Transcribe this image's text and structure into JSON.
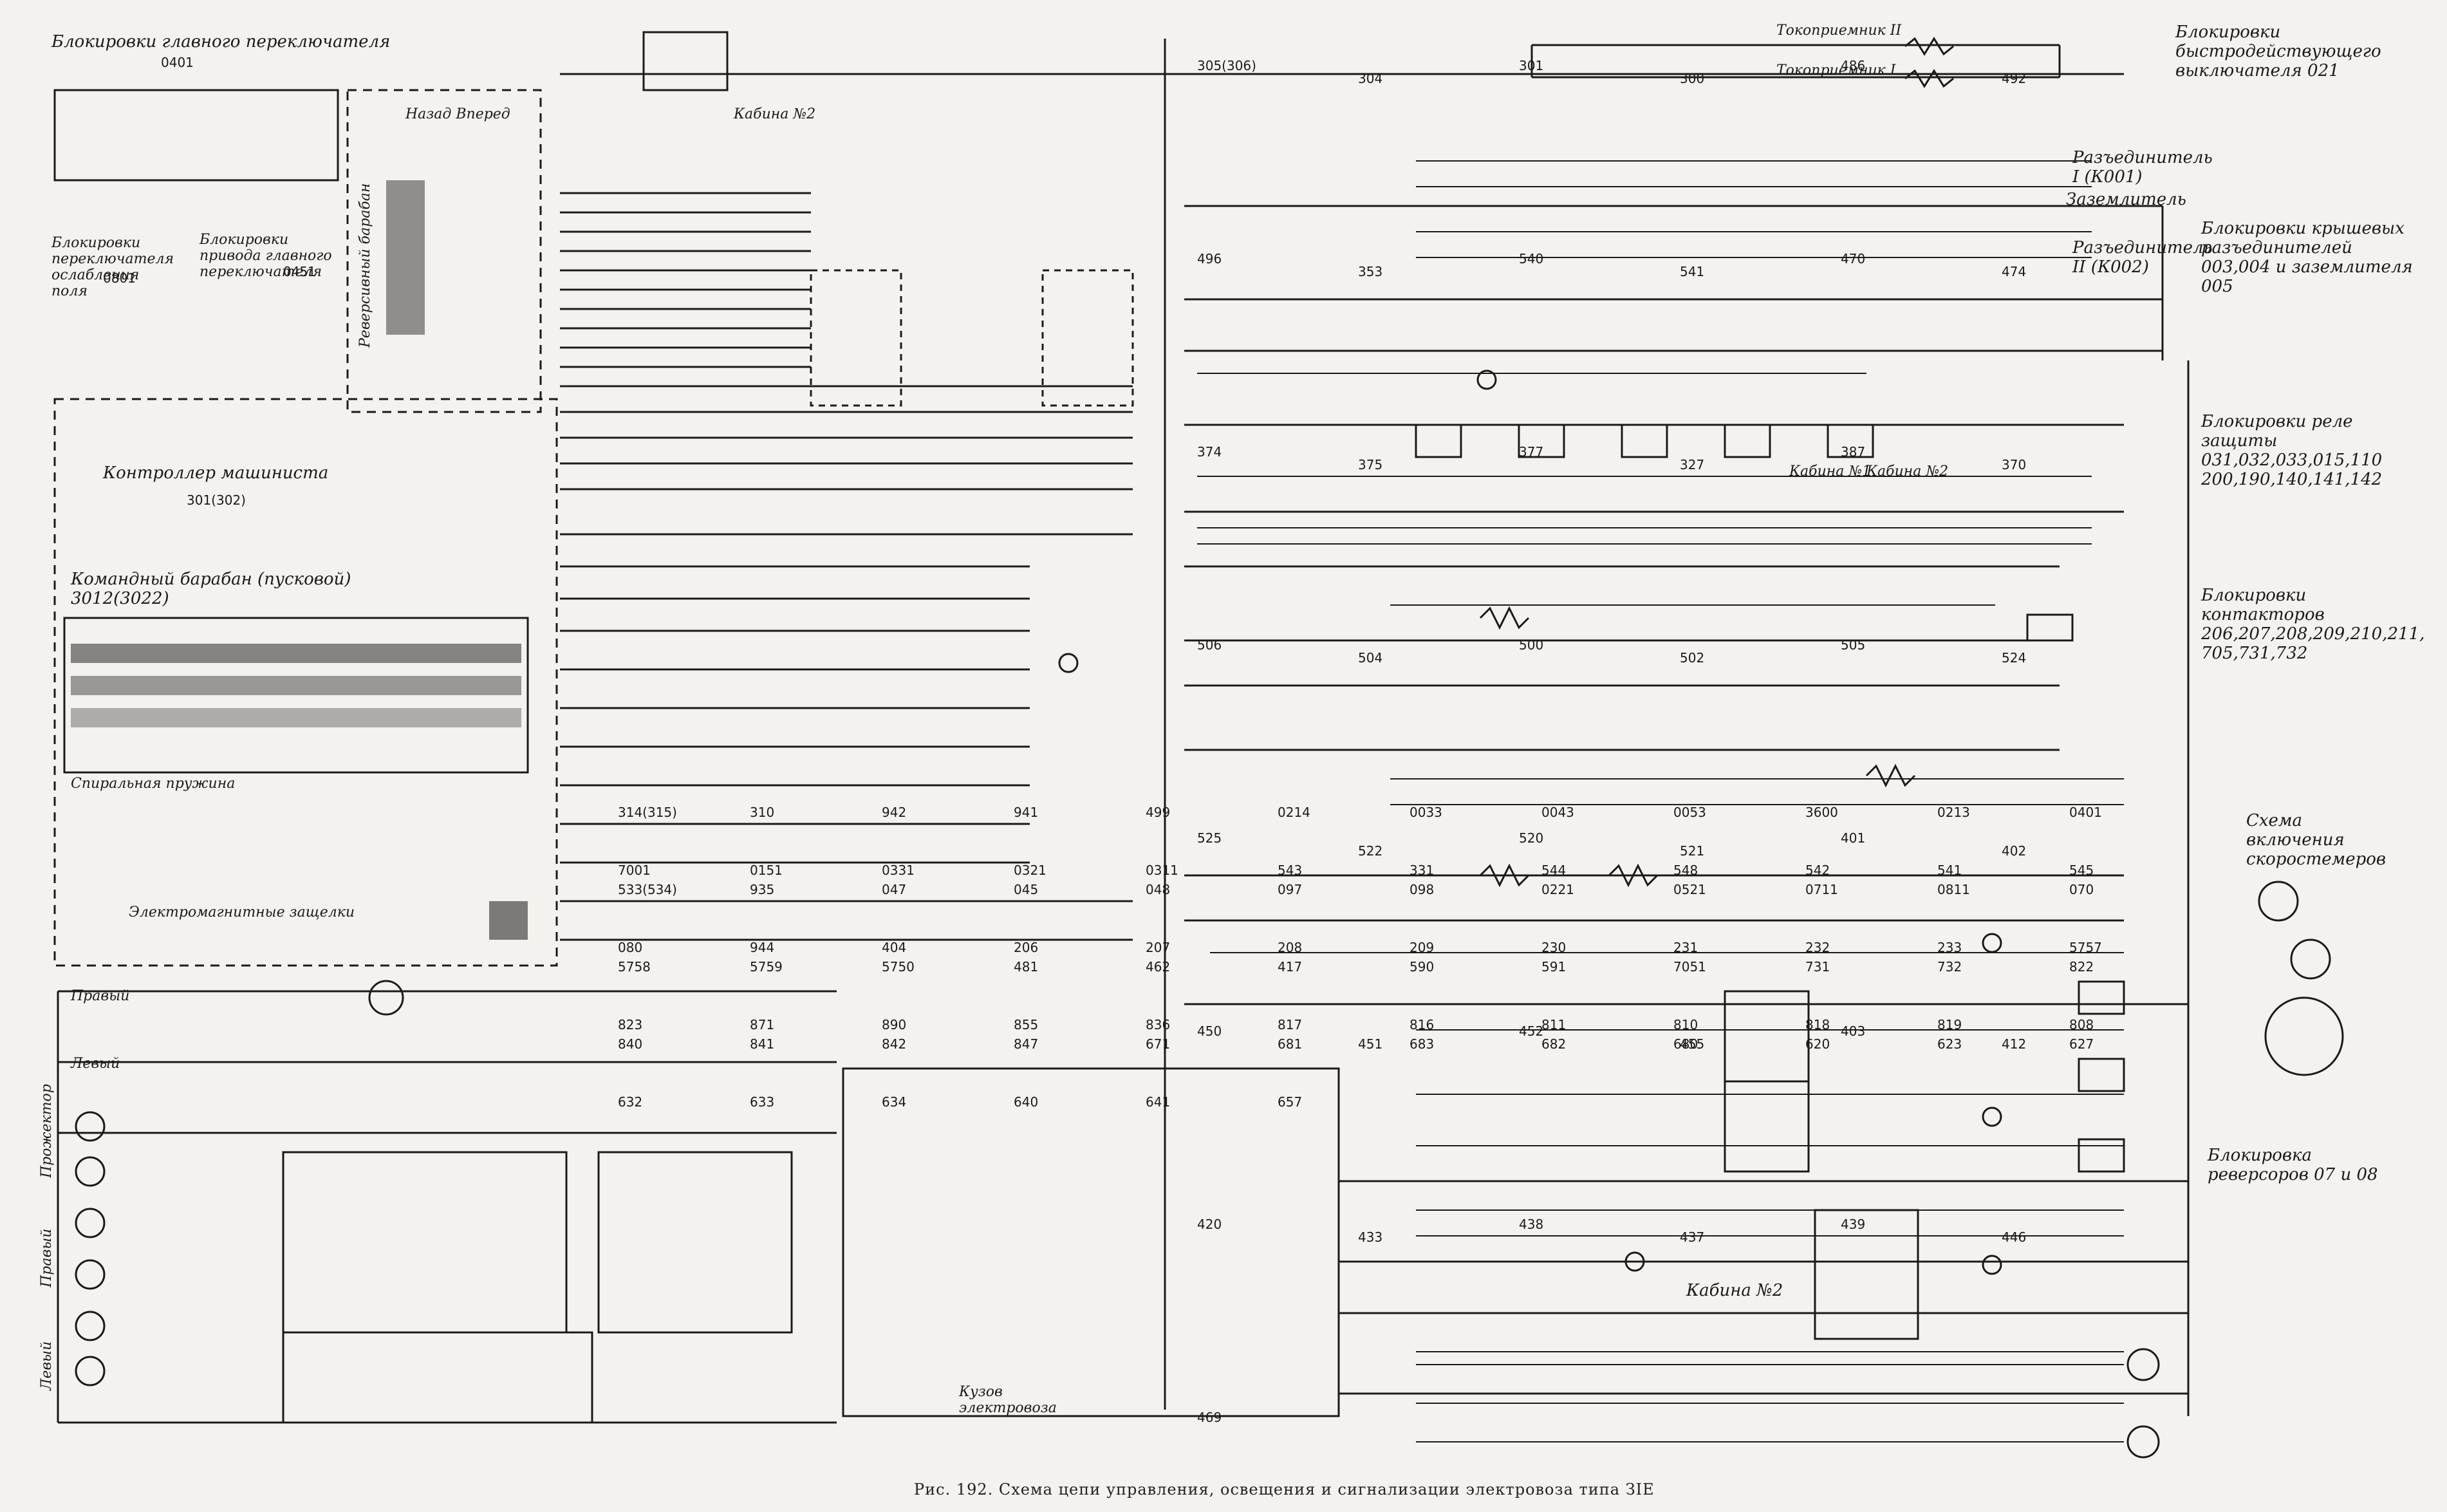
{
  "figure": {
    "caption": "Рис. 192. Схема цепи управления, освещения и сигнализации электровоза типа ЗIЕ"
  },
  "blocks": {
    "main_switch_locks": "Блокировки главного переключателя",
    "main_switch_id": "0401",
    "field_weak_switch_locks": "Блокировки переключателя ослабления поля",
    "field_weak_switch_id": "0801",
    "main_switch_drive_locks": "Блокировки привода главного переключателя",
    "main_switch_drive_id": "0451",
    "driver_controller": "Контроллер машиниста",
    "driver_controller_id": "301(302)",
    "command_drum": "Командный барабан (пусковой) 3012(3022)",
    "spiral_spring": "Спиральная пружина",
    "electromagnetic_latches": "Электромагнитные защелки",
    "reverse_drum": "Реверсивный барабан",
    "reverse_labels": "Назад Вперед",
    "cabin2_top": "Кабина №2",
    "pantograph2": "Токоприемник II",
    "pantograph1": "Токоприемник I",
    "disconnector1": "Разъединитель I (К001)",
    "grounding": "Заземлитель",
    "disconnector2": "Разъединитель II (К002)",
    "cabin1": "Кабина №1",
    "cabin2": "Кабина №2",
    "cabin2_lower": "Кабина №2",
    "right_label": "Правый",
    "left_label": "Левый",
    "projector": "Прожектор",
    "right_side": "Правый",
    "left_side": "Левый",
    "body_label": "Кузов электровоза",
    "fast_breaker_locks": "Блокировки быстродействующего выключателя 021",
    "roof_disconnector_locks": "Блокировки крышевых разъединителей 003,004 и заземлителя 005",
    "protection_relay_locks": "Блокировки реле защиты 031,032,033,015,110 200,190,140,141,142",
    "contactor_locks": "Блокировки контакторов 206,207,208,209,210,211, 705,731,732",
    "speedometer_scheme": "Схема включения скоростемеров",
    "reverser_locks": "Блокировка реверсоров 07 и 08",
    "wire_ids": [
      "305(306)",
      "304",
      "301",
      "300",
      "486",
      "492",
      "496",
      "353",
      "540",
      "541",
      "470",
      "474",
      "374",
      "375",
      "377",
      "327",
      "387",
      "370",
      "506",
      "504",
      "500",
      "502",
      "505",
      "524",
      "525",
      "522",
      "520",
      "521",
      "401",
      "402",
      "450",
      "451",
      "452",
      "455",
      "403",
      "412",
      "420",
      "433",
      "438",
      "437",
      "439",
      "446",
      "469"
    ],
    "component_ids": [
      "314(315)",
      "310",
      "942",
      "941",
      "499",
      "0214",
      "0033",
      "0043",
      "0053",
      "3600",
      "0213",
      "0401",
      "7001",
      "0151",
      "0331",
      "0321",
      "0311",
      "543",
      "331",
      "544",
      "548",
      "542",
      "541",
      "545",
      "533(534)",
      "935",
      "047",
      "045",
      "048",
      "097",
      "098",
      "0221",
      "0521",
      "0711",
      "0811",
      "070",
      "080",
      "944",
      "404",
      "206",
      "207",
      "208",
      "209",
      "230",
      "231",
      "232",
      "233",
      "5757",
      "5758",
      "5759",
      "5750",
      "481",
      "462",
      "417",
      "590",
      "591",
      "7051",
      "731",
      "732",
      "822",
      "823",
      "871",
      "890",
      "855",
      "836",
      "817",
      "816",
      "811",
      "810",
      "818",
      "819",
      "808",
      "840",
      "841",
      "842",
      "847",
      "671",
      "681",
      "683",
      "682",
      "680",
      "620",
      "623",
      "627",
      "632",
      "633",
      "634",
      "640",
      "641",
      "657"
    ]
  },
  "colors": {
    "paper": "#f4f2ee",
    "ink": "#1a1a1a"
  }
}
